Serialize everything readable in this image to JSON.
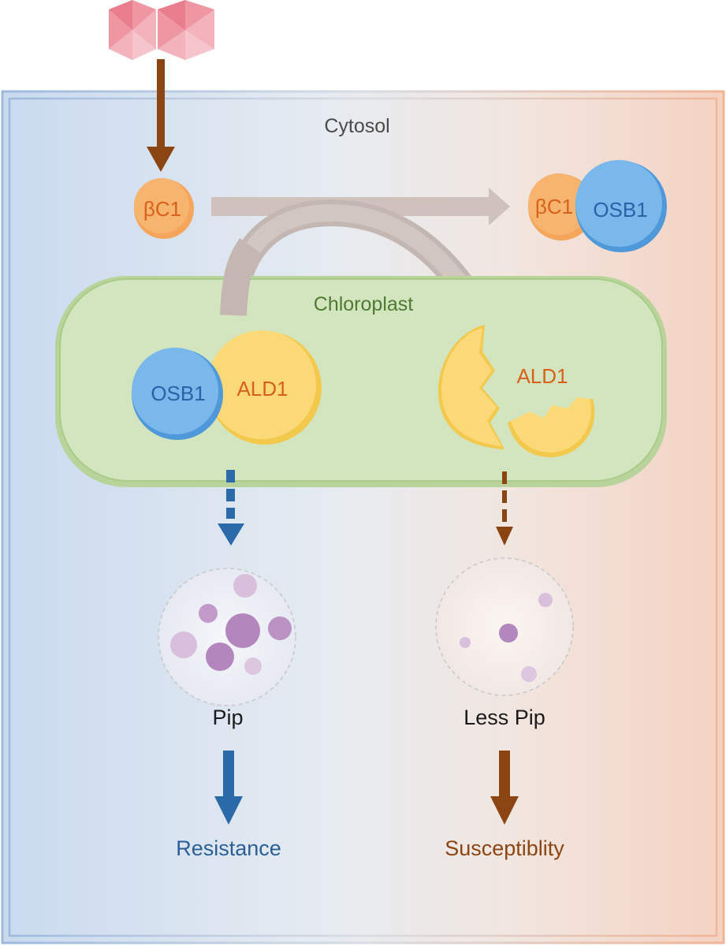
{
  "labels": {
    "cytosol": "Cytosol",
    "chloroplast": "Chloroplast",
    "bc1_left": "βC1",
    "bc1_right": "βC1",
    "osb1_right": "OSB1",
    "osb1_left": "OSB1",
    "ald1_left": "ALD1",
    "ald1_right": "ALD1",
    "pip": "Pip",
    "less_pip": "Less Pip",
    "resistance": "Resistance",
    "susceptibility": "Susceptiblity"
  },
  "colors": {
    "blue_dark": "#2a6aa8",
    "brown_dark": "#8b4513",
    "orange": "#f5a65b",
    "orange_text": "#d9601b",
    "blue_protein": "#6fb1e8",
    "blue_text": "#2a62a8",
    "yellow": "#fbd978",
    "chloroplast_fill": "#d4e6bf",
    "chloroplast_stroke": "#8ebf6b",
    "chloroplast_text": "#4f7a32",
    "virus": "#ee97a3",
    "pip_particle": "#b98cc4"
  },
  "icons": {
    "virus": "virus-particle-icon",
    "pip_cell_left": "pip-vesicle-icon",
    "pip_cell_right": "less-pip-vesicle-icon"
  }
}
